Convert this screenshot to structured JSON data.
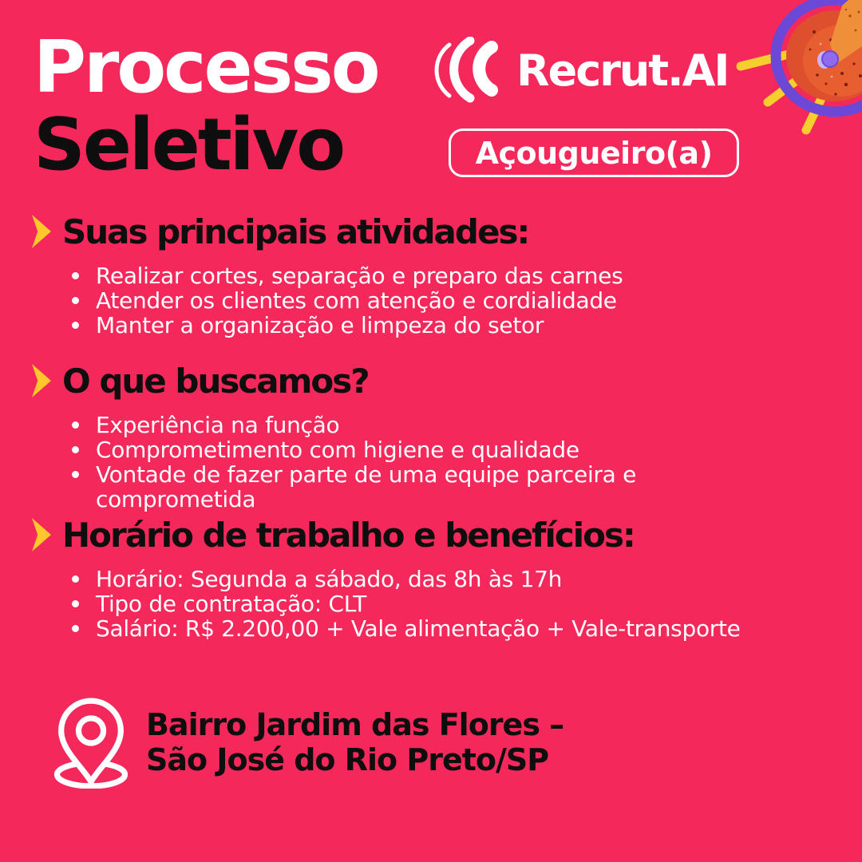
{
  "colors": {
    "background": "#F5285C",
    "accent_yellow": "#FFC72B",
    "text_white": "#FFFFFF",
    "text_black": "#0E0E0E",
    "megaphone_purple": "#6B48D6",
    "megaphone_orange": "#EF8F3A",
    "megaphone_red": "#DD4F2D"
  },
  "title": {
    "line1": "Processo",
    "line2": "Seletivo"
  },
  "logo": {
    "brand": "Recrut.AI",
    "icon": "sound-wave-arcs-icon"
  },
  "job_badge": {
    "label": "Açougueiro(a)"
  },
  "sections": [
    {
      "heading": "Suas principais atividades:",
      "bullets": [
        "Realizar cortes, separação e preparo das carnes",
        "Atender os clientes com atenção e cordialidade",
        "Manter a organização e limpeza do setor"
      ]
    },
    {
      "heading": "O que buscamos?",
      "bullets": [
        "Experiência na função",
        "Comprometimento com higiene e qualidade",
        "Vontade de fazer parte de uma equipe parceira e comprometida"
      ]
    },
    {
      "heading": "Horário de trabalho e benefícios:",
      "bullets": [
        "Horário: Segunda a sábado, das 8h às 17h",
        "Tipo de contratação: CLT",
        "Salário: R$ 2.200,00 + Vale alimentação + Vale-transporte"
      ]
    }
  ],
  "location": {
    "icon": "map-pin-icon",
    "line1": "Bairro Jardim das Flores –",
    "line2": "São José do Rio Preto/SP"
  },
  "decoration": {
    "icon": "megaphone-3d-icon"
  }
}
